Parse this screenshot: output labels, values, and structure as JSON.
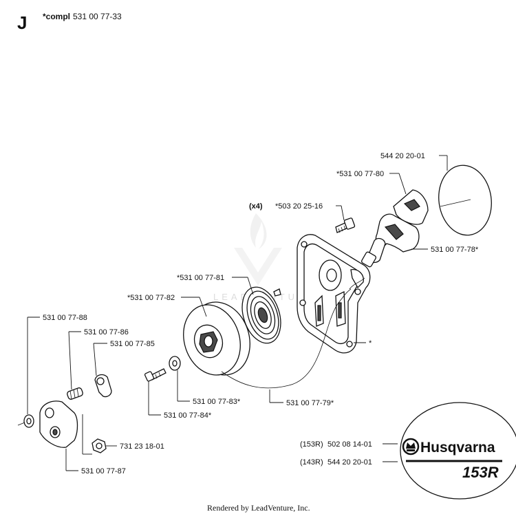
{
  "header": {
    "section_letter": "J",
    "assembly_prefix": "*compl",
    "assembly_number": "531 00 77-33"
  },
  "watermark": "LEADVENTURE",
  "callouts": {
    "decal_1": "544 20 20-01",
    "handle_insert": "*531 00 77-80",
    "screws_qty": "(x4)",
    "screws": "*503 20 25-16",
    "handle": "531 00 77-78*",
    "spring_cassette": "*531 00 77-81",
    "pulley": "*531 00 77-82",
    "housing": "*",
    "washer_left": "531 00 77-88",
    "spring_small": "531 00 77-86",
    "pawl": "531 00 77-85",
    "washer": "531 00 77-83*",
    "rope": "531 00 77-79*",
    "screw": "531 00 77-84*",
    "nut": "731 23 18-01",
    "cover": "531 00 77-87"
  },
  "decal_list": [
    {
      "model": "(153R)",
      "part": "502 08 14-01"
    },
    {
      "model": "(143R)",
      "part": "544 20 20-01"
    }
  ],
  "decal_badge": {
    "brand": "Husqvarna",
    "model": "153R",
    "logo_icon": "husqvarna-crown-logo"
  },
  "footer": "Rendered by LeadVenture, Inc."
}
